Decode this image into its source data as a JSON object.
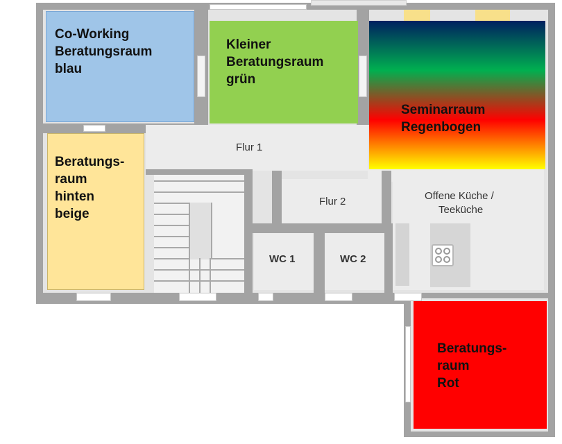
{
  "rooms": {
    "coworking": {
      "line1": "Co-Working",
      "line2": "Beratungsraum",
      "line3": "blau",
      "color": "#9fc5e8"
    },
    "kleiner": {
      "line1": "Kleiner",
      "line2": "Beratungsraum",
      "line3": "grün",
      "color": "#92d050"
    },
    "seminar": {
      "line1": "Seminarraum",
      "line2": "Regenbogen",
      "gradient": [
        "#002060",
        "#00b050",
        "#ff0000",
        "#ffff00"
      ]
    },
    "hinten": {
      "line1": "Beratungs-",
      "line2": "raum",
      "line3": "hinten",
      "line4": "beige",
      "color": "#ffe599"
    },
    "rot": {
      "line1": "Beratungs-",
      "line2": "raum",
      "line3": "Rot",
      "color": "#ff0000"
    }
  },
  "labels": {
    "flur1": "Flur 1",
    "flur2": "Flur 2",
    "wc1": "WC 1",
    "wc2": "WC 2",
    "kueche_line1": "Offene Küche /",
    "kueche_line2": "Teeküche"
  }
}
